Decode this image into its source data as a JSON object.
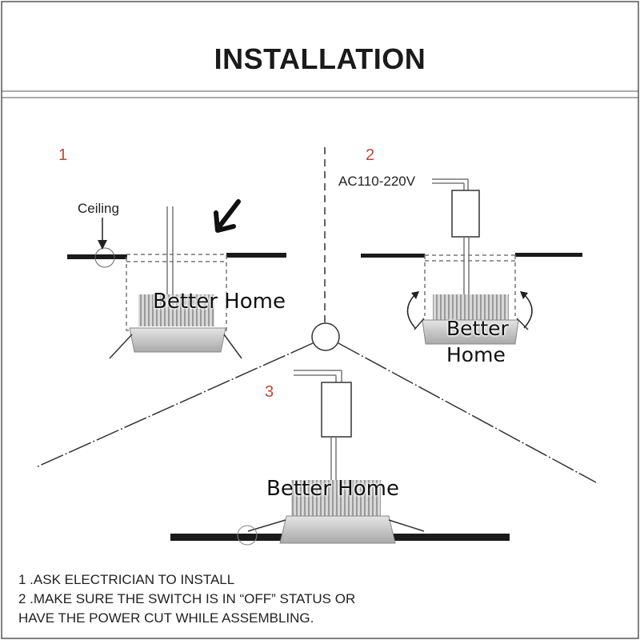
{
  "title": "INSTALLATION",
  "steps": {
    "one": "1",
    "two": "2",
    "three": "3"
  },
  "labels": {
    "ceiling": "Ceiling",
    "voltage": "AC110-220V"
  },
  "watermark": "Better Home",
  "notes": [
    "1 .ASK ELECTRICIAN TO INSTALL",
    "2 .MAKE SURE THE SWITCH IS IN “OFF” STATUS OR",
    "HAVE THE POWER CUT WHILE ASSEMBLING."
  ],
  "colors": {
    "ink": "#1a1a1a",
    "step": "#b84a3a",
    "frame": "#555555",
    "fixture": "#cfcfcf",
    "fin": "#bdbdbd"
  }
}
